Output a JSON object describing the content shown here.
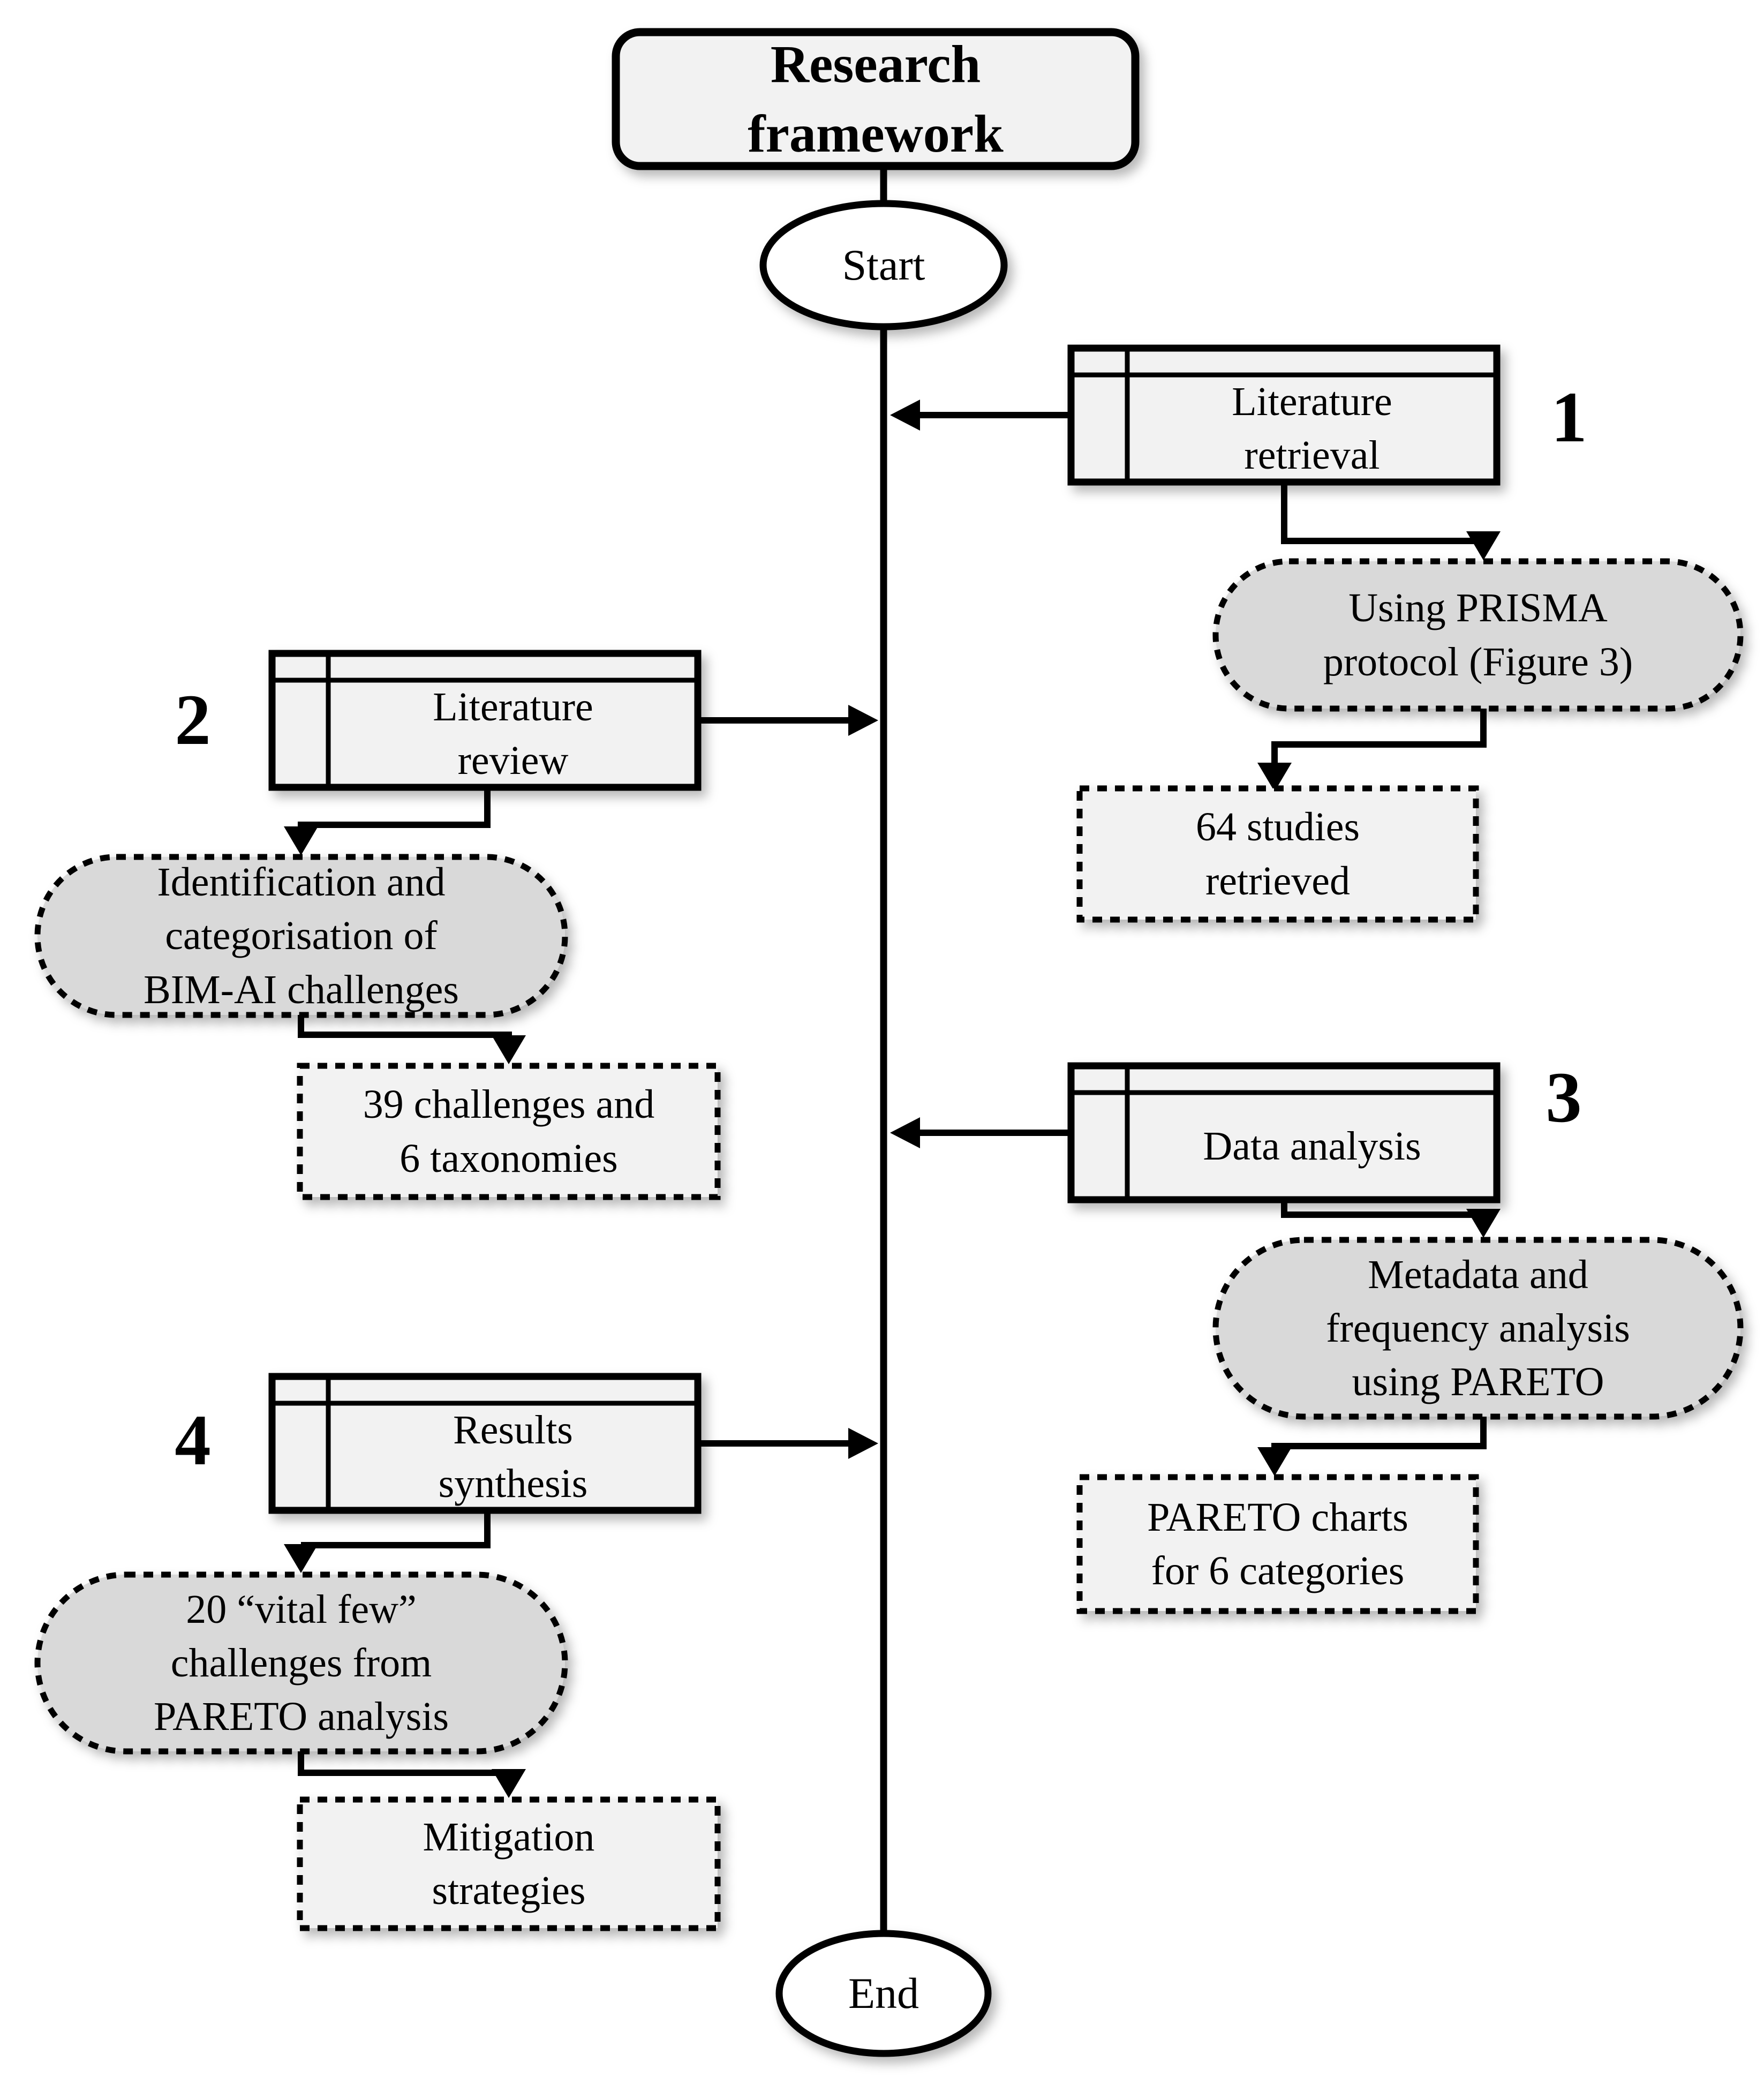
{
  "diagram": {
    "title": "Research\nframework",
    "start_label": "Start",
    "end_label": "End"
  },
  "steps": [
    {
      "number": "1",
      "box_label": "Literature\nretrieval",
      "method": "Using PRISMA\nprotocol (Figure 3)",
      "output": "64 studies\nretrieved"
    },
    {
      "number": "2",
      "box_label": "Literature\nreview",
      "method": "Identification and\ncategorisation of\nBIM-AI challenges",
      "output": "39 challenges and\n6 taxonomies"
    },
    {
      "number": "3",
      "box_label": "Data analysis",
      "method": "Metadata and\nfrequency analysis\nusing PARETO",
      "output": "PARETO charts\nfor 6 categories"
    },
    {
      "number": "4",
      "box_label": "Results\nsynthesis",
      "method": "20 “vital few”\nchallenges from\nPARETO analysis",
      "output": "Mitigation\nstrategies"
    }
  ],
  "colors": {
    "process_fill": "#f2f2f2",
    "method_fill": "#d9d9d9",
    "result_fill": "#f2f2f2",
    "line": "#000000",
    "background": "#ffffff"
  }
}
